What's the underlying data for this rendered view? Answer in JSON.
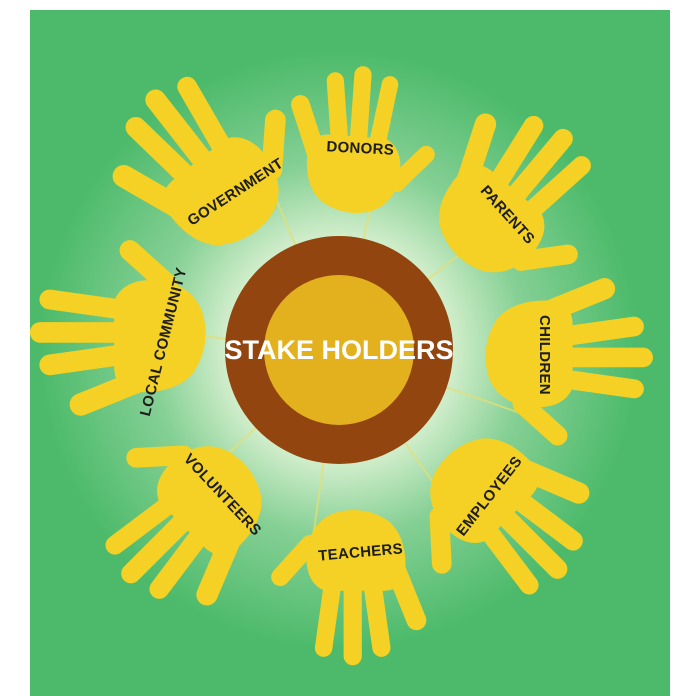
{
  "title_fragment": "...",
  "center": {
    "label": "STAKE HOLDERS"
  },
  "stakeholders": [
    {
      "id": "donors",
      "label": "DONORS"
    },
    {
      "id": "parents",
      "label": "PARENTS"
    },
    {
      "id": "children",
      "label": "CHILDREN"
    },
    {
      "id": "employees",
      "label": "EMPLOYEES"
    },
    {
      "id": "teachers",
      "label": "TEACHERS"
    },
    {
      "id": "volunteers",
      "label": "VOLUNTEERS"
    },
    {
      "id": "local-community",
      "label": "LOCAL COMMUNITY"
    },
    {
      "id": "government",
      "label": "GOVERNMENT"
    }
  ],
  "colors": {
    "background_outer": "#4cba6a",
    "glow_inner": "#ffffff",
    "hand": "#f4d124",
    "hand_palm": "#f8dc47",
    "ring_outer": "#93450f",
    "circle_inner": "#e3b11e",
    "text_dark": "#1d1d1b",
    "text_light": "#ffffff"
  }
}
